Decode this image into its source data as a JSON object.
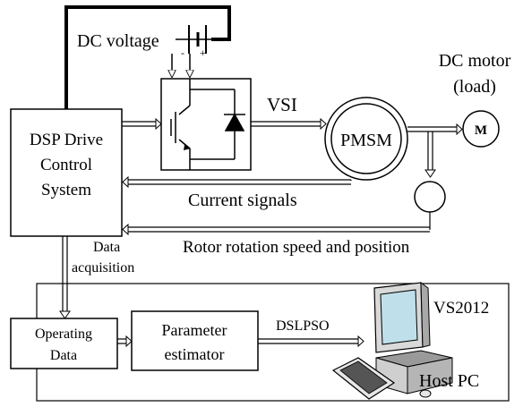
{
  "labels": {
    "dc_voltage": "DC voltage",
    "battery_minus": "-",
    "battery_plus": "+",
    "dc_motor_line1": "DC motor",
    "dc_motor_line2": "(load)",
    "vsi": "VSI",
    "pmsm": "PMSM",
    "motor_m": "M",
    "dsp_line1": "DSP Drive",
    "dsp_line2": "Control",
    "dsp_line3": "System",
    "current_signals": "Current signals",
    "data_acq_line1": "Data",
    "data_acq_line2": "acquisition",
    "rotor_feedback": "Rotor rotation speed and position",
    "operating_line1": "Operating",
    "operating_line2": "Data",
    "estimator_line1": "Parameter",
    "estimator_line2": "estimator",
    "dslpso": "DSLPSO",
    "vs2012": "VS2012",
    "host_pc": "Host PC"
  },
  "colors": {
    "ink": "#000000",
    "screen": "#bfe0ea",
    "screen_frame": "#d9d9d9",
    "pc_body": "#cfcfcf"
  }
}
